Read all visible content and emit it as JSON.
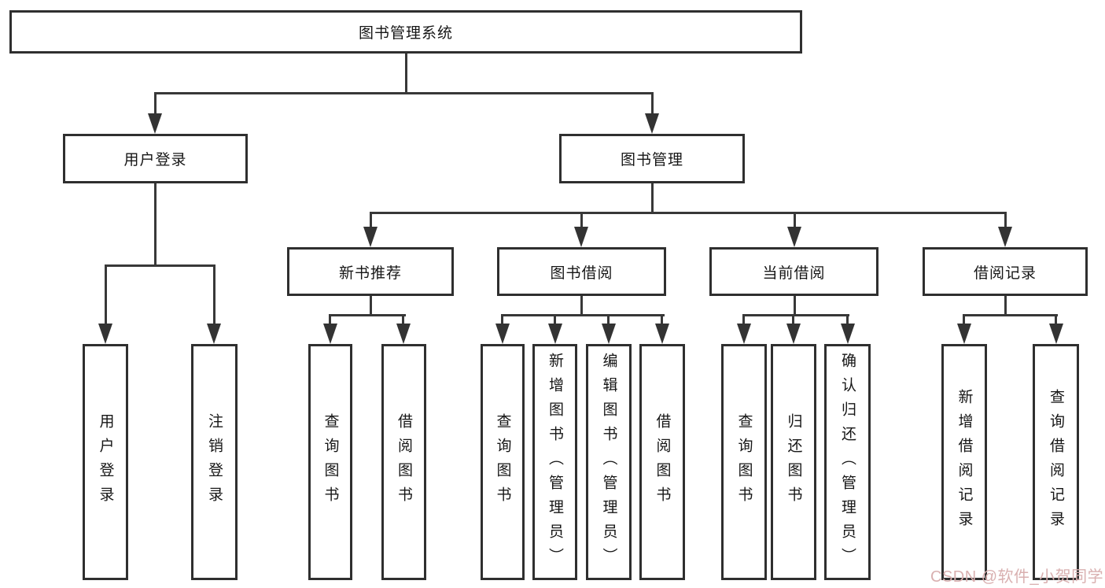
{
  "nodes": {
    "root": "图书管理系统",
    "user_login": "用户登录",
    "book_management": "图书管理",
    "new_book_recommend": "新书推荐",
    "book_borrow": "图书借阅",
    "current_borrow": "当前借阅",
    "borrow_records": "借阅记录"
  },
  "leaves": {
    "login": "用户登录",
    "logout": "注销登录",
    "nbr_query_books": "查询图书",
    "nbr_borrow_books": "借阅图书",
    "bb_query_books": "查询图书",
    "bb_add_books_admin": "新增图书（管理员）",
    "bb_edit_books_admin": "编辑图书（管理员）",
    "bb_borrow_books": "借阅图书",
    "cb_query_books": "查询图书",
    "cb_return_books": "归还图书",
    "cb_confirm_return_admin": "确认归还（管理员）",
    "br_add_record": "新增借阅记录",
    "br_query_record": "查询借阅记录"
  },
  "watermark": "CSDN @软件_小贺同学",
  "colors": {
    "line": "#383838",
    "box_border": "#2f2f2f",
    "box_fill": "#ffffff",
    "text": "#161616",
    "background": "#ffffff",
    "watermark": "#d9b0b0"
  }
}
